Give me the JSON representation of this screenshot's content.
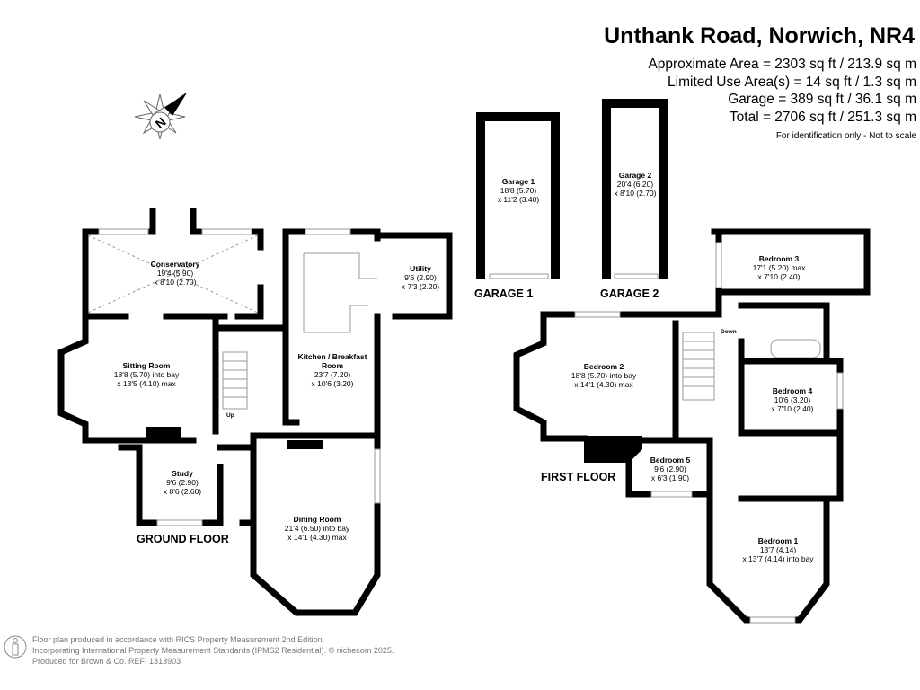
{
  "header": {
    "title": "Unthank Road, Norwich, NR4",
    "areas": [
      "Approximate Area = 2303 sq ft / 213.9 sq m",
      "Limited Use Area(s) = 14 sq ft / 1.3 sq m",
      "Garage = 389 sq ft / 36.1 sq m",
      "Total = 2706 sq ft / 251.3 sq m"
    ],
    "note": "For identification only - Not to scale"
  },
  "compass": {
    "letter": "N"
  },
  "ground_floor": {
    "label": "GROUND FLOOR",
    "stairs_label": "Up",
    "rooms": [
      {
        "name": "Conservatory",
        "dim1": "19'4 (5.90)",
        "dim2": "x 8'10 (2.70)"
      },
      {
        "name": "Sitting Room",
        "dim1": "18'8 (5.70) into bay",
        "dim2": "x 13'5 (4.10) max"
      },
      {
        "name": "Kitchen / Breakfast Room",
        "dim1": "23'7 (7.20)",
        "dim2": "x 10'6 (3.20)"
      },
      {
        "name": "Utility",
        "dim1": "9'6 (2.90)",
        "dim2": "x 7'3 (2.20)"
      },
      {
        "name": "Study",
        "dim1": "9'6 (2.90)",
        "dim2": "x 8'6 (2.60)"
      },
      {
        "name": "Dining Room",
        "dim1": "21'4 (6.50) into bay",
        "dim2": "x 14'1 (4.30) max"
      }
    ]
  },
  "garages": {
    "labels": [
      "GARAGE 1",
      "GARAGE 2"
    ],
    "rooms": [
      {
        "name": "Garage 1",
        "dim1": "18'8 (5.70)",
        "dim2": "x 11'2 (3.40)"
      },
      {
        "name": "Garage 2",
        "dim1": "20'4 (6.20)",
        "dim2": "x 8'10 (2.70)"
      }
    ]
  },
  "first_floor": {
    "label": "FIRST FLOOR",
    "stairs_label": "Down",
    "rooms": [
      {
        "name": "Bedroom 2",
        "dim1": "18'8 (5.70) into bay",
        "dim2": "x 14'1 (4.30) max"
      },
      {
        "name": "Bedroom 3",
        "dim1": "17'1 (5.20) max",
        "dim2": "x 7'10 (2.40)"
      },
      {
        "name": "Bedroom 4",
        "dim1": "10'6 (3.20)",
        "dim2": "x 7'10 (2.40)"
      },
      {
        "name": "Bedroom 5",
        "dim1": "9'6 (2.90)",
        "dim2": "x 6'3 (1.90)"
      },
      {
        "name": "Bedroom 1",
        "dim1": "13'7 (4.14)",
        "dim2": "x 13'7 (4.14) into bay"
      }
    ]
  },
  "footer": {
    "lines": [
      "Floor plan produced in accordance with RICS Property Measurement 2nd Edition,",
      "Incorporating International Property Measurement Standards (IPMS2 Residential).   © nichecom 2025.",
      "Produced for Brown & Co.   REF: 1313903"
    ]
  }
}
